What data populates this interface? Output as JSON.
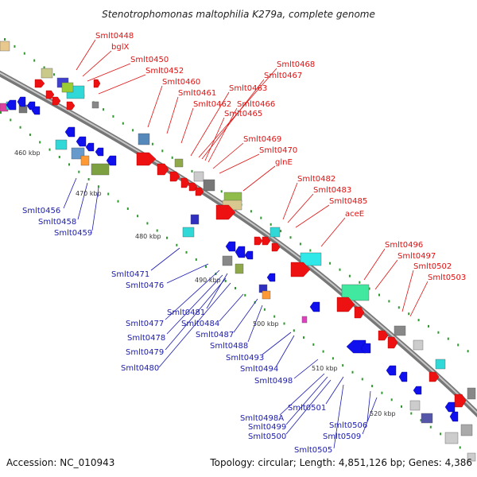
{
  "title": "Stenotrophomonas maltophilia K279a, complete genome",
  "footer": {
    "accession": "Accession: NC_010943",
    "topology": "Topology: circular; Length: 4,851,126 bp; Genes: 4,386"
  },
  "colors": {
    "forward_label": "#e01010",
    "reverse_label": "#1a1ab0",
    "backbone": "#888888",
    "tick_dots": "#228b22"
  },
  "kbp_ticks": [
    "460 kbp",
    "470 kbp",
    "480 kbp",
    "490 kbp",
    "500 kbp",
    "510 kbp",
    "520 kbp"
  ],
  "forward_genes": [
    "Smlt0448",
    "bglX",
    "Smlt0450",
    "Smlt0452",
    "Smlt0460",
    "Smlt0461",
    "Smlt0462",
    "Smlt0463",
    "Smlt0468",
    "Smlt0467",
    "Smlt0466",
    "Smlt0465",
    "Smlt0469",
    "Smlt0470",
    "glnE",
    "Smlt0482",
    "Smlt0483",
    "Smlt0485",
    "aceE",
    "Smlt0496",
    "Smlt0497",
    "Smlt0502",
    "Smlt0503"
  ],
  "reverse_genes": [
    "Smlt0456",
    "Smlt0458",
    "Smlt0459",
    "Smlt0471",
    "Smlt0476",
    "Smlt0481",
    "Smlt0477",
    "Smlt0484",
    "Smlt0478",
    "Smlt0487",
    "Smlt0479",
    "Smlt0488",
    "Smlt0480",
    "Smlt0493",
    "Smlt0494",
    "Smlt0498",
    "Smlt0501",
    "Smlt0498A",
    "Smlt0499",
    "Smlt0506",
    "Smlt0500",
    "Smlt0509",
    "Smlt0505"
  ]
}
